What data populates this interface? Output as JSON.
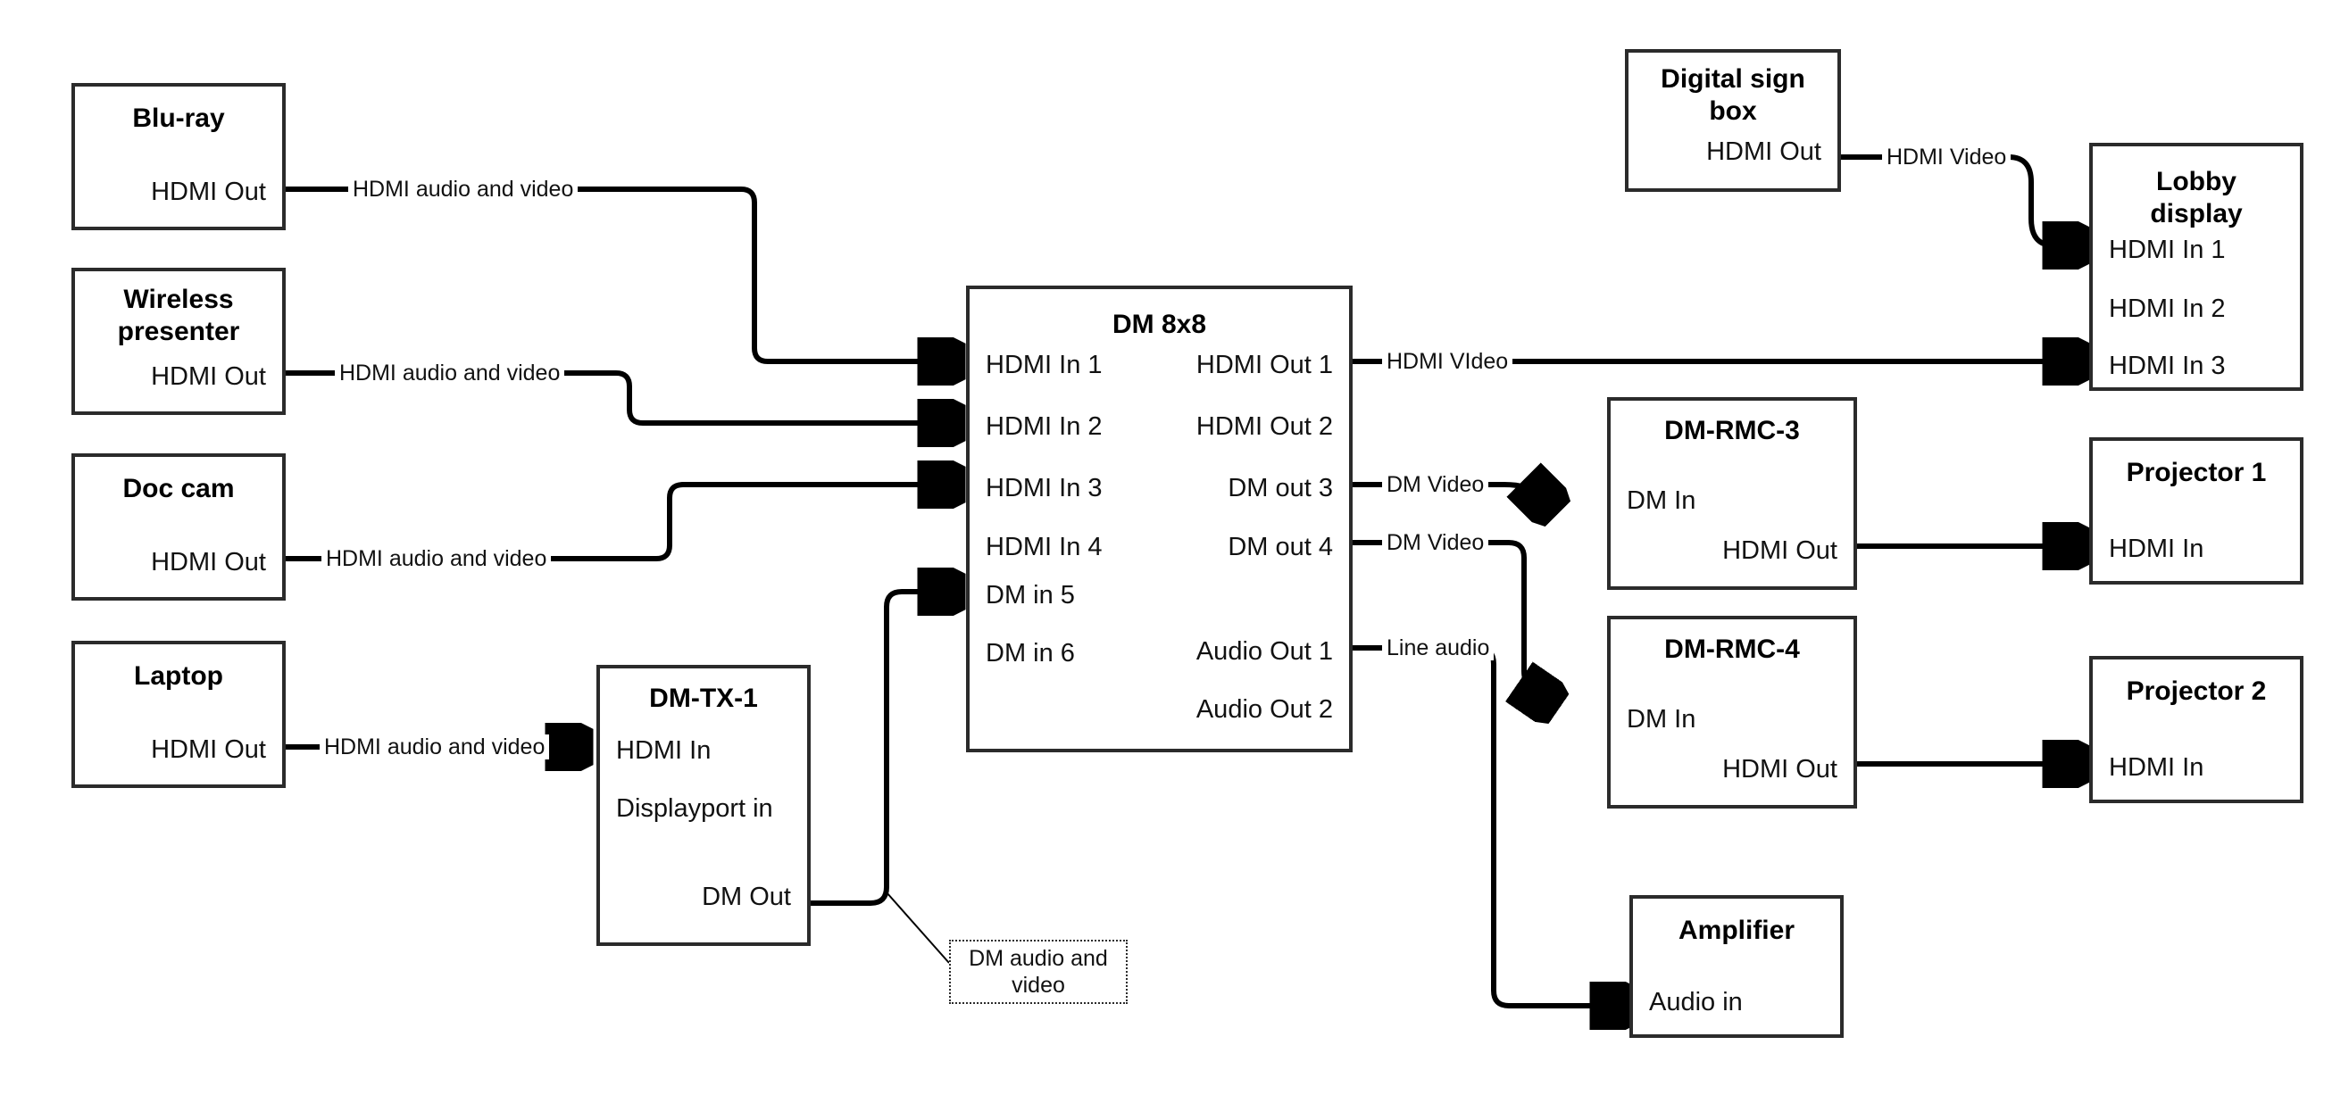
{
  "diagram": {
    "title": "AV Signal Flow Diagram",
    "background": "#ffffff",
    "line_color": "#000000",
    "box_border_color": "#2b2b2b"
  },
  "devices": {
    "bluray": {
      "title": "Blu-ray",
      "ports": {
        "hdmi_out": "HDMI Out"
      }
    },
    "wireless": {
      "title": "Wireless presenter",
      "title_line1": "Wireless",
      "title_line2": "presenter",
      "ports": {
        "hdmi_out": "HDMI Out"
      }
    },
    "doccam": {
      "title": "Doc cam",
      "ports": {
        "hdmi_out": "HDMI Out"
      }
    },
    "laptop": {
      "title": "Laptop",
      "ports": {
        "hdmi_out": "HDMI Out"
      }
    },
    "dmtx1": {
      "title": "DM-TX-1",
      "ports": {
        "hdmi_in": "HDMI In",
        "displayport_in": "Displayport in",
        "dm_out": "DM Out"
      }
    },
    "dm8x8": {
      "title": "DM 8x8",
      "inputs": [
        "HDMI In 1",
        "HDMI In 2",
        "HDMI In 3",
        "HDMI In 4",
        "DM in 5",
        "DM in 6"
      ],
      "outputs": [
        "HDMI Out 1",
        "HDMI Out 2",
        "DM out 3",
        "DM out 4",
        "Audio Out 1",
        "Audio Out 2"
      ]
    },
    "digitalsign": {
      "title": "Digital sign box",
      "title_line1": "Digital sign",
      "title_line2": "box",
      "ports": {
        "hdmi_out": "HDMI Out"
      }
    },
    "lobbydisplay": {
      "title": "Lobby display",
      "title_line1": "Lobby",
      "title_line2": "display",
      "inputs": [
        "HDMI In 1",
        "HDMI In 2",
        "HDMI In 3"
      ]
    },
    "dmrmc3": {
      "title": "DM-RMC-3",
      "ports": {
        "dm_in": "DM In",
        "hdmi_out": "HDMI Out"
      }
    },
    "dmrmc4": {
      "title": "DM-RMC-4",
      "ports": {
        "dm_in": "DM In",
        "hdmi_out": "HDMI Out"
      }
    },
    "projector1": {
      "title": "Projector 1",
      "ports": {
        "hdmi_in": "HDMI In"
      }
    },
    "projector2": {
      "title": "Projector 2",
      "ports": {
        "hdmi_in": "HDMI In"
      }
    },
    "amplifier": {
      "title": "Amplifier",
      "ports": {
        "audio_in": "Audio in"
      }
    }
  },
  "connections": [
    {
      "id": "bluray-to-in1",
      "label": "HDMI audio and video",
      "from": "bluray.hdmi_out",
      "to": "dm8x8.HDMI In 1"
    },
    {
      "id": "wireless-to-in2",
      "label": "HDMI audio and video",
      "from": "wireless.hdmi_out",
      "to": "dm8x8.HDMI In 2"
    },
    {
      "id": "doccam-to-in3",
      "label": "HDMI audio and video",
      "from": "doccam.hdmi_out",
      "to": "dm8x8.HDMI In 3"
    },
    {
      "id": "laptop-to-tx",
      "label": "HDMI audio and video",
      "from": "laptop.hdmi_out",
      "to": "dmtx1.hdmi_in"
    },
    {
      "id": "tx-to-dmin5",
      "label": "DM audio and video",
      "from": "dmtx1.dm_out",
      "to": "dm8x8.DM in 5",
      "callout": true
    },
    {
      "id": "hdmiout1-to-lobby3",
      "label": "HDMI VIdeo",
      "from": "dm8x8.HDMI Out 1",
      "to": "lobbydisplay.HDMI In 3"
    },
    {
      "id": "dmout3-to-rmc3",
      "label": "DM Video",
      "from": "dm8x8.DM out 3",
      "to": "dmrmc3.dm_in"
    },
    {
      "id": "dmout4-to-rmc4",
      "label": "DM Video",
      "from": "dm8x8.DM out 4",
      "to": "dmrmc4.dm_in"
    },
    {
      "id": "audioout1-to-amp",
      "label": "Line audio",
      "from": "dm8x8.Audio Out 1",
      "to": "amplifier.audio_in"
    },
    {
      "id": "sign-to-lobby1",
      "label": "HDMI Video",
      "from": "digitalsign.hdmi_out",
      "to": "lobbydisplay.HDMI In 1"
    },
    {
      "id": "rmc3-to-proj1",
      "label": "",
      "from": "dmrmc3.hdmi_out",
      "to": "projector1.hdmi_in"
    },
    {
      "id": "rmc4-to-proj2",
      "label": "",
      "from": "dmrmc4.hdmi_out",
      "to": "projector2.hdmi_in"
    }
  ],
  "callout": {
    "text": "DM audio and video"
  }
}
